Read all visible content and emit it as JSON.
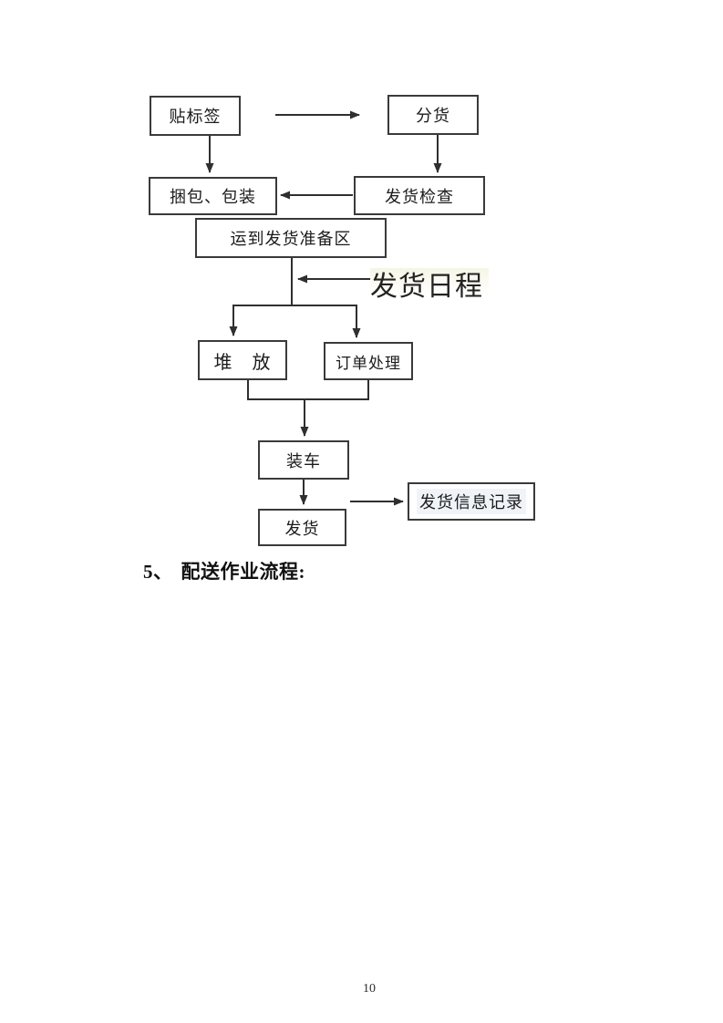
{
  "page": {
    "number": "10"
  },
  "heading": {
    "number": "5、",
    "text": "配送作业流程:"
  },
  "flowchart": {
    "labels": {
      "shipping_schedule": "发货日程"
    },
    "nodes": {
      "label_sticker": {
        "label": "贴标签"
      },
      "sorting": {
        "label": "分货"
      },
      "packing": {
        "label": "捆包、包装"
      },
      "shipping_check": {
        "label": "发货检查"
      },
      "move_to_staging": {
        "label": "运到发货准备区"
      },
      "stacking": {
        "label": "堆　放"
      },
      "order_processing": {
        "label": "订单处理"
      },
      "loading": {
        "label": "装车"
      },
      "shipping": {
        "label": "发货"
      },
      "shipping_info_record": {
        "label": "发货信息记录"
      }
    },
    "edges": [
      {
        "from": "label_sticker",
        "to": "sorting"
      },
      {
        "from": "label_sticker",
        "to": "packing"
      },
      {
        "from": "sorting",
        "to": "shipping_check"
      },
      {
        "from": "shipping_check",
        "to": "packing"
      },
      {
        "from": "move_to_staging",
        "to": "stacking"
      },
      {
        "from": "move_to_staging",
        "to": "order_processing"
      },
      {
        "from": "shipping_schedule",
        "to": "main_flow"
      },
      {
        "from": "stacking",
        "to": "loading"
      },
      {
        "from": "order_processing",
        "to": "loading"
      },
      {
        "from": "loading",
        "to": "shipping"
      },
      {
        "from": "loading",
        "to": "shipping_info_record"
      }
    ],
    "line_color": "#2f2f2f"
  }
}
